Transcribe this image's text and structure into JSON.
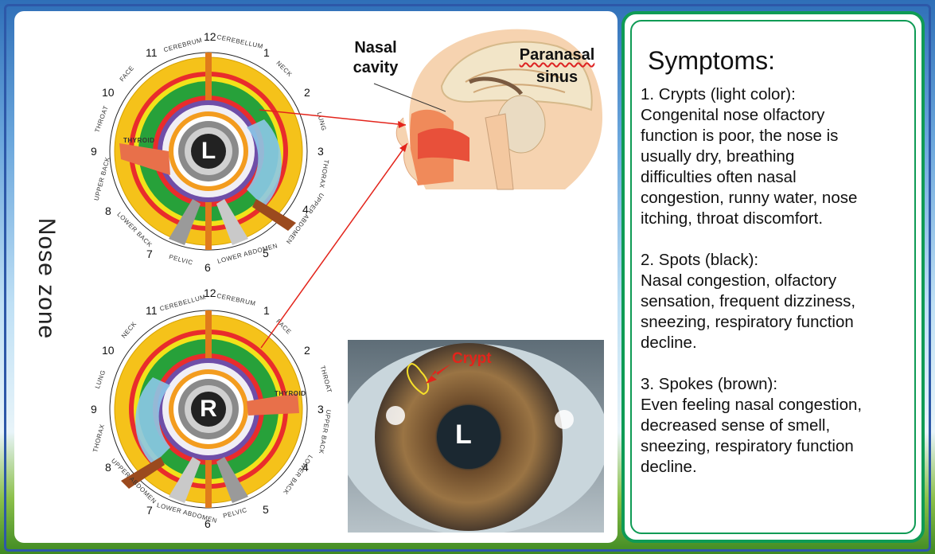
{
  "side_title": "Nose zone",
  "labels": {
    "nasal_line1": "Nasal",
    "nasal_line2": "cavity",
    "paranasal_line1": "Paranasal",
    "paranasal_line2": "sinus",
    "crypt": "Crypt",
    "eye_letter": "L"
  },
  "charts": {
    "top": {
      "letter": "L",
      "clock": [
        "12",
        "1",
        "2",
        "3",
        "4",
        "5",
        "6",
        "7",
        "8",
        "9",
        "10",
        "11"
      ],
      "zones": [
        "CEREBRUM",
        "CEREBELLUM",
        "NECK",
        "LUNG",
        "THORAX",
        "UPPER ABDOMEN",
        "LOWER ABDOMEN",
        "PELVIC",
        "LOWER BACK",
        "UPPER BACK",
        "THROAT",
        "FACE"
      ],
      "thyroid": "THYROID"
    },
    "bottom": {
      "letter": "R",
      "clock": [
        "12",
        "1",
        "2",
        "3",
        "4",
        "5",
        "6",
        "7",
        "8",
        "9",
        "10",
        "11"
      ],
      "zones": [
        "CEREBRUM",
        "FACE",
        "THROAT",
        "UPPER BACK",
        "LOWER BACK",
        "PELVIC",
        "LOWER ABDOMEN",
        "UPPER ABDOMEN",
        "THORAX",
        "LUNG",
        "NECK",
        "CEREBELLUM"
      ],
      "thyroid": "THYROID"
    }
  },
  "symptoms": {
    "title": "Symptoms:",
    "items": [
      {
        "heading": "1. Crypts (light color):",
        "lines": [
          "Congenital nose olfactory",
          "function is poor, the nose is",
          "usually dry,  breathing",
          "difficulties often nasal",
          "congestion, runny water, nose",
          "itching, throat discomfort."
        ]
      },
      {
        "heading": "2. Spots  (black):",
        "lines": [
          "Nasal congestion, olfactory",
          "sensation, frequent dizziness,",
          "sneezing, respiratory function",
          "decline."
        ]
      },
      {
        "heading": "3. Spokes  (brown):",
        "lines": [
          "Even feeling nasal congestion,",
          "decreased sense of smell,",
          "sneezing, respiratory function",
          "decline."
        ]
      }
    ]
  },
  "colors": {
    "frame": "#2d58a8",
    "panel_border": "#0f9b55",
    "pointer_line": "#e3241b"
  }
}
